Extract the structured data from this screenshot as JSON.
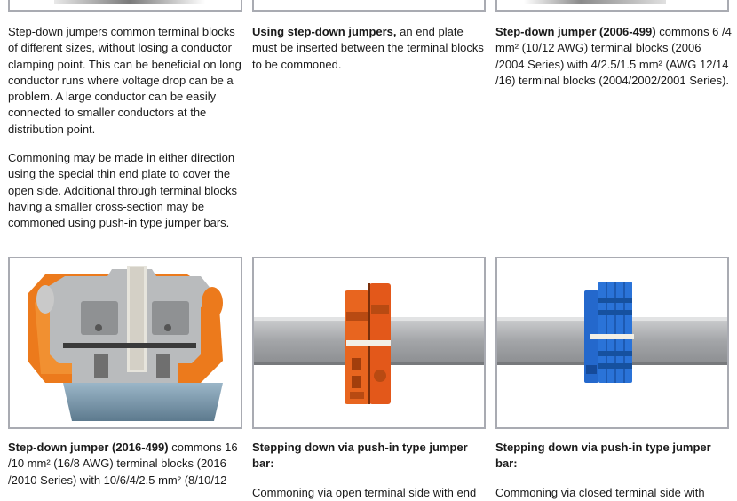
{
  "top_captions": {
    "col1_para1": "Step-down jumpers common terminal blocks of different sizes, without losing a conductor clamping point. This can be beneficial on long conductor runs where voltage drop can be a problem. A large conductor can be easily connected to smaller conductors at the distribution point.",
    "col1_para2": "Commoning may be made in either direction using the special thin end plate to cover the open side. Additional through terminal blocks having a smaller cross-section may be commoned using push-in type jumper bars.",
    "col2_bold": "Using step-down jumpers,",
    "col2_text": " an end plate must be inserted between the terminal blocks to be commoned.",
    "col3_bold": "Step-down jumper (2006-499)",
    "col3_text": " commons 6 /4 mm² (10/12 AWG) terminal blocks (2006 /2004 Series) with 4/2.5/1.5 mm² (AWG 12/14 /16) terminal blocks (2004/2002/2001 Series)."
  },
  "bottom_captions": {
    "col1_bold": "Step-down jumper (2016-499)",
    "col1_text": " commons 16 /10 mm² (16/8 AWG) terminal blocks (2016 /2010 Series) with 10/6/4/2.5 mm² (8/10/12",
    "col2_heading": "Stepping down via push-in type jumper bar:",
    "col2_text": "Commoning via open terminal side with end",
    "col3_heading": "Stepping down via push-in type jumper bar:",
    "col3_text": "Commoning via closed terminal side with"
  },
  "colors": {
    "frame_border": "#a9abb2",
    "orange": "#e8651f",
    "blue": "#2a6fd0",
    "rail": "#a7a9ad"
  }
}
